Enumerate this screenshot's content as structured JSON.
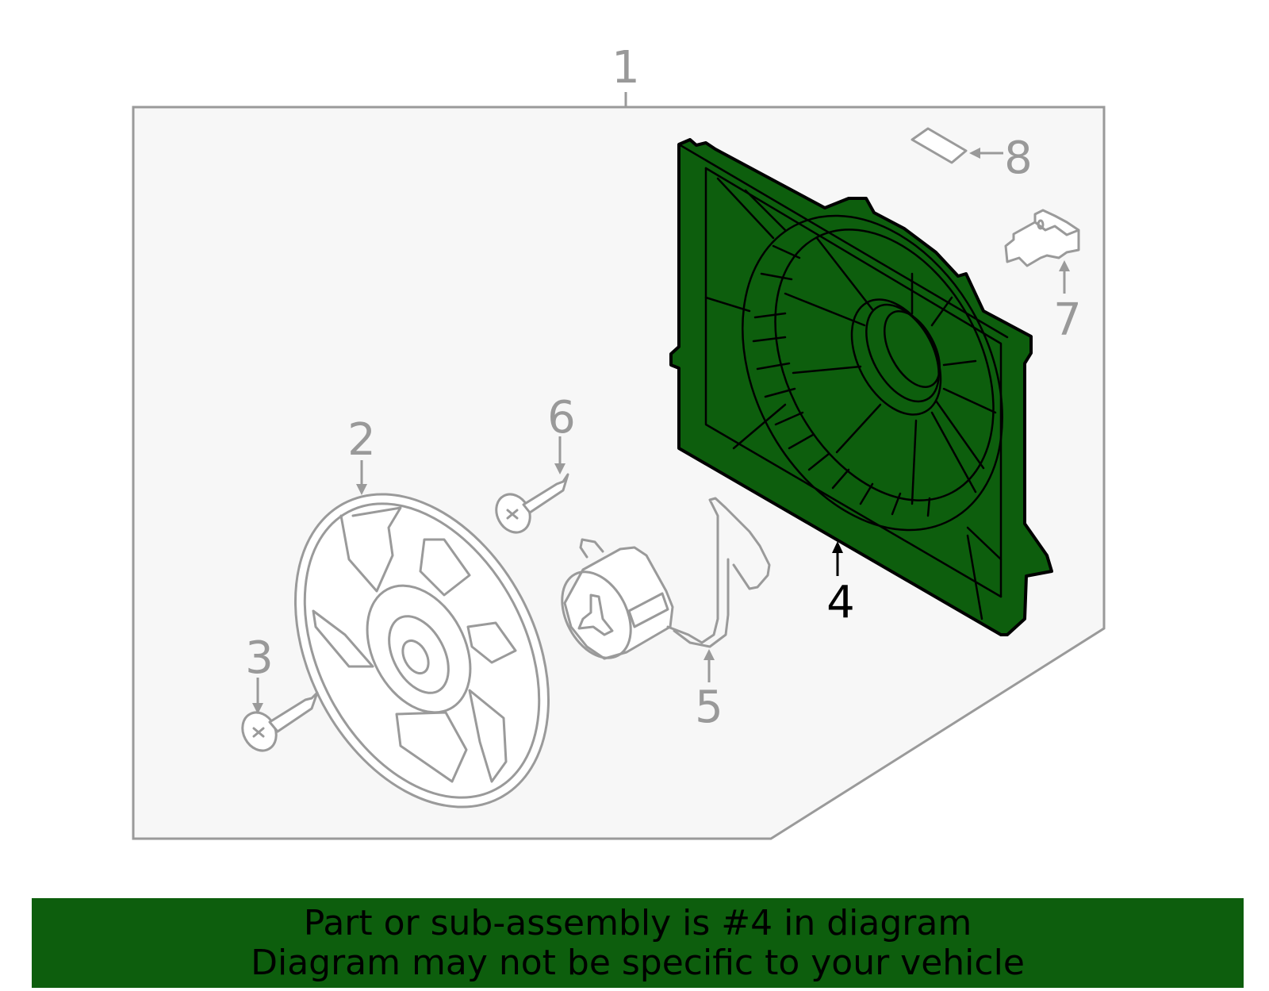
{
  "callouts": {
    "c1": "1",
    "c2": "2",
    "c3": "3",
    "c4": "4",
    "c5": "5",
    "c6": "6",
    "c7": "7",
    "c8": "8"
  },
  "highlight_part": "4",
  "banner": {
    "line1": "Part or sub-assembly is #4 in diagram",
    "line2": "Diagram may not be specific to your vehicle"
  },
  "colors": {
    "highlight_fill": "#0d5e0d",
    "outline_gray": "#9a9a9a",
    "panel_bg": "#f7f7f7"
  }
}
